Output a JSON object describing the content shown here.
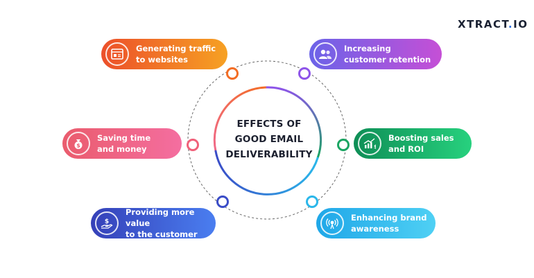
{
  "logo": {
    "main": "XTRACT",
    "dot": ".",
    "suffix": "IO"
  },
  "center": {
    "line1": "EFFECTS OF",
    "line2": "GOOD EMAIL",
    "line3": "DELIVERABILITY"
  },
  "items": [
    {
      "label": "Generating traffic\nto websites",
      "icon": "website-icon",
      "color": "#f36d24"
    },
    {
      "label": "Increasing\ncustomer retention",
      "icon": "customers-icon",
      "color": "#8e54e9"
    },
    {
      "label": "Saving time\nand money",
      "icon": "money-bag-icon",
      "color": "#f0617a"
    },
    {
      "label": "Boosting sales\nand ROI",
      "icon": "sales-chart-icon",
      "color": "#1aa562"
    },
    {
      "label": "Providing more value\nto the customer",
      "icon": "hand-dollar-icon",
      "color": "#3a4cc7"
    },
    {
      "label": "Enhancing brand\nawareness",
      "icon": "broadcast-icon",
      "color": "#2bb7ea"
    }
  ]
}
